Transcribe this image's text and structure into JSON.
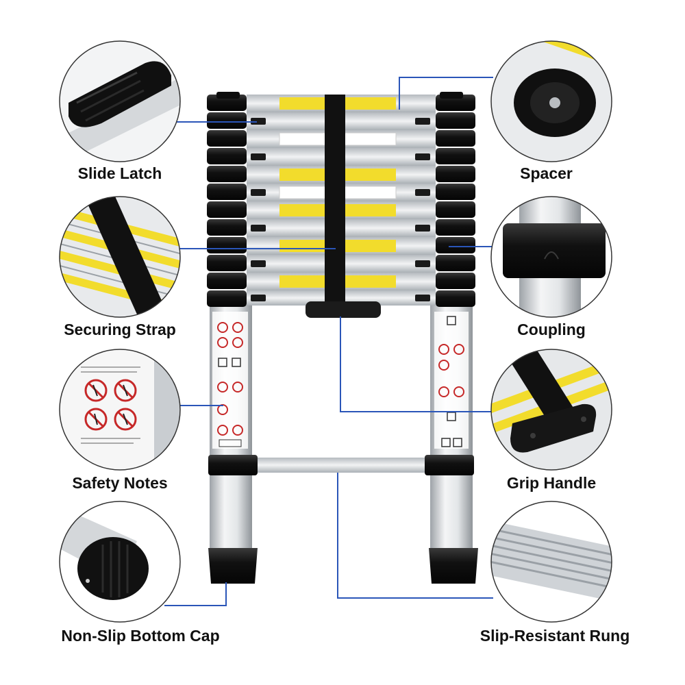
{
  "labels": {
    "slide_latch": "Slide Latch",
    "securing_strap": "Securing Strap",
    "safety_notes": "Safety Notes",
    "non_slip_bottom_cap": "Non-Slip Bottom Cap",
    "spacer": "Spacer",
    "coupling": "Coupling",
    "grip_handle": "Grip Handle",
    "slip_resistant_rung": "Slip-Resistant Rung"
  },
  "colors": {
    "leader_line": "#2a55b8",
    "circle_border": "#333333",
    "rung_black": "#141414",
    "aluminium": "#d9dcdf",
    "warning_yellow": "#f2dc2c"
  }
}
